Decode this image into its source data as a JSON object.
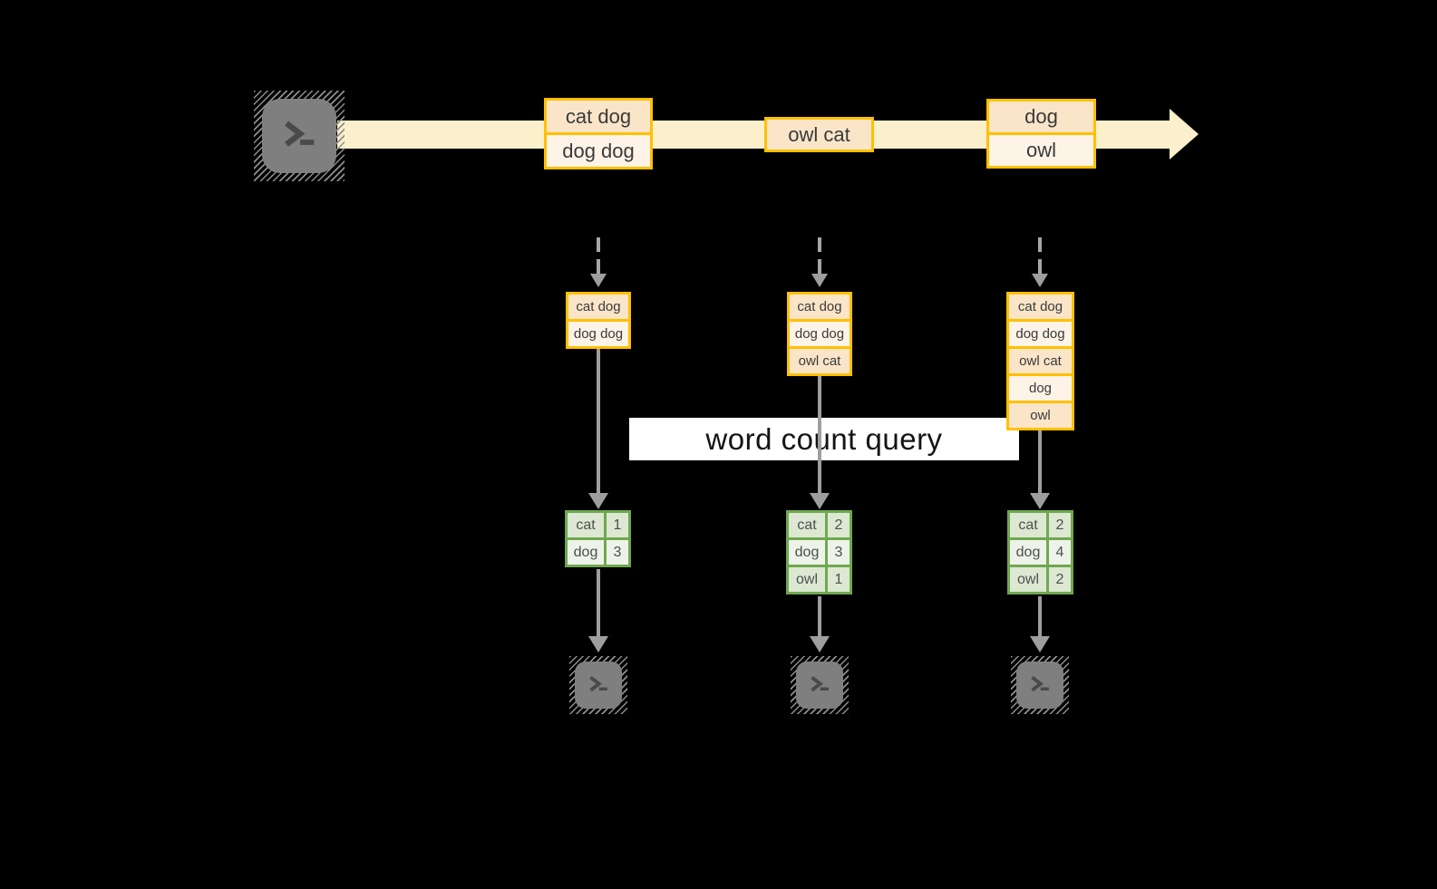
{
  "diagram": {
    "query_label": "word count query"
  },
  "stream": {
    "source_icon": "terminal-icon",
    "events": [
      {
        "lines": [
          "cat dog",
          "dog dog"
        ]
      },
      {
        "lines": [
          "owl cat"
        ]
      },
      {
        "lines": [
          "dog",
          "owl"
        ]
      }
    ]
  },
  "columns": [
    {
      "accumulated": [
        "cat dog",
        "dog dog"
      ],
      "counts": [
        {
          "word": "cat",
          "count": "1"
        },
        {
          "word": "dog",
          "count": "3"
        }
      ],
      "sink_icon": "terminal-icon"
    },
    {
      "accumulated": [
        "cat dog",
        "dog dog",
        "owl cat"
      ],
      "counts": [
        {
          "word": "cat",
          "count": "2"
        },
        {
          "word": "dog",
          "count": "3"
        },
        {
          "word": "owl",
          "count": "1"
        }
      ],
      "sink_icon": "terminal-icon"
    },
    {
      "accumulated": [
        "cat dog",
        "dog dog",
        "owl cat",
        "dog",
        "owl"
      ],
      "counts": [
        {
          "word": "cat",
          "count": "2"
        },
        {
          "word": "dog",
          "count": "4"
        },
        {
          "word": "owl",
          "count": "2"
        }
      ],
      "sink_icon": "terminal-icon"
    }
  ],
  "colors": {
    "background": "#000000",
    "stream_arrow": "#FBF0CB",
    "box_border_gold": "#FFC000",
    "box_fill_peach": "#FAE5C8",
    "box_fill_cream": "#FDF3E6",
    "table_border_green": "#6FA84F",
    "table_fill_sage": "#DCE8D2",
    "table_fill_light": "#EDF3E9",
    "connector_gray": "#9E9E9E",
    "terminal_gray": "#7F7F7F",
    "query_band_bg": "#FFFFFF",
    "text_dark": "#3A3A3A"
  }
}
